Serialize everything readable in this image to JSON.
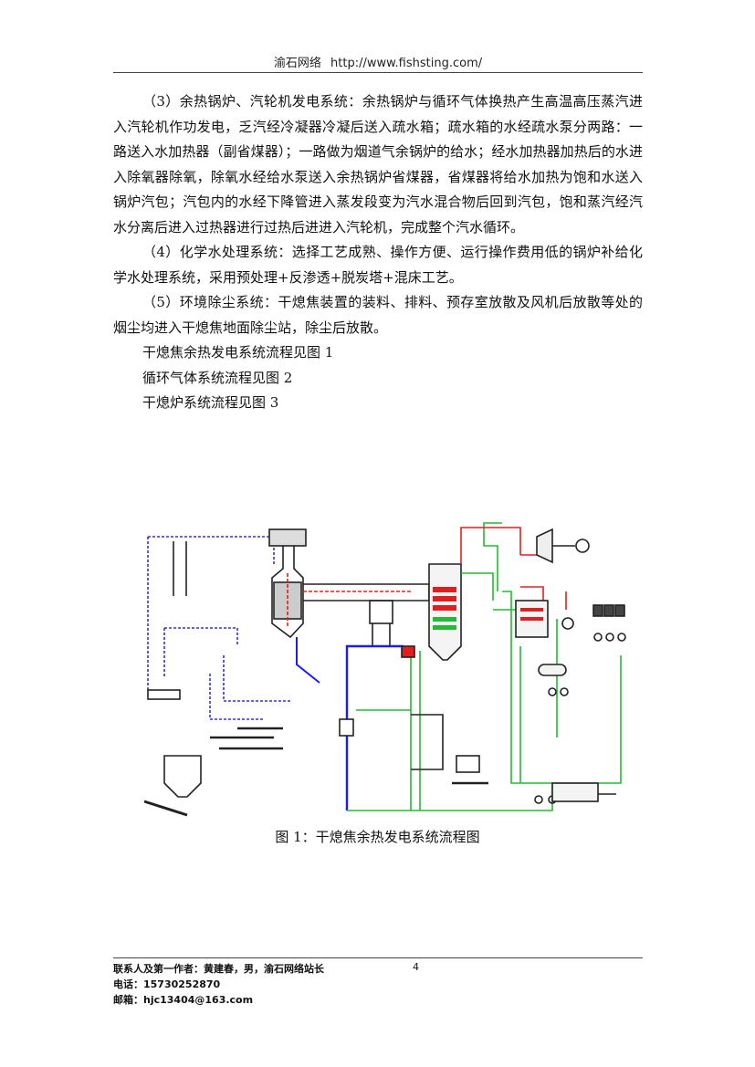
{
  "header": {
    "site": "渝石网络",
    "url": "http://www.fishsting.com/"
  },
  "paragraphs": [
    "（3）余热锅炉、汽轮机发电系统：余热锅炉与循环气体换热产生高温高压蒸汽进入汽轮机作功发电，乏汽经冷凝器冷凝后送入疏水箱；疏水箱的水经疏水泵分两路：一路送入水加热器（副省煤器）；一路做为烟道气余锅炉的给水；经水加热器加热后的水进入除氧器除氧，除氧水经给水泵送入余热锅炉省煤器，省煤器将给水加热为饱和水送入锅炉汽包；汽包内的水经下降管进入蒸发段变为汽水混合物后回到汽包，饱和蒸汽经汽水分离后进入过热器进行过热后进进入汽轮机，完成整个汽水循环。",
    "（4）化学水处理系统：选择工艺成熟、操作方便、运行操作费用低的锅炉补给化学水处理系统，采用预处理+反渗透+脱炭塔+混床工艺。",
    "（5）环境除尘系统：干熄焦装置的装料、排料、预存室放散及风机后放散等处的烟尘均进入干熄焦地面除尘站，除尘后放散。"
  ],
  "lines": [
    "干熄焦余热发电系统流程见图 1",
    "循环气体系统流程见图 2",
    "干熄炉系统流程见图 3"
  ],
  "figure": {
    "caption": "图 1：干熄焦余热发电系统流程图"
  },
  "footer": {
    "contact": "联系人及第一作者：黄建春，男，渝石网络站长",
    "phone": "电话：15730252870",
    "email": "邮箱：hjc13404@163.com",
    "page_number": "4"
  },
  "colors": {
    "red": "#e02020",
    "blue": "#1a1aff",
    "green": "#22bb33",
    "dark": "#222222"
  }
}
